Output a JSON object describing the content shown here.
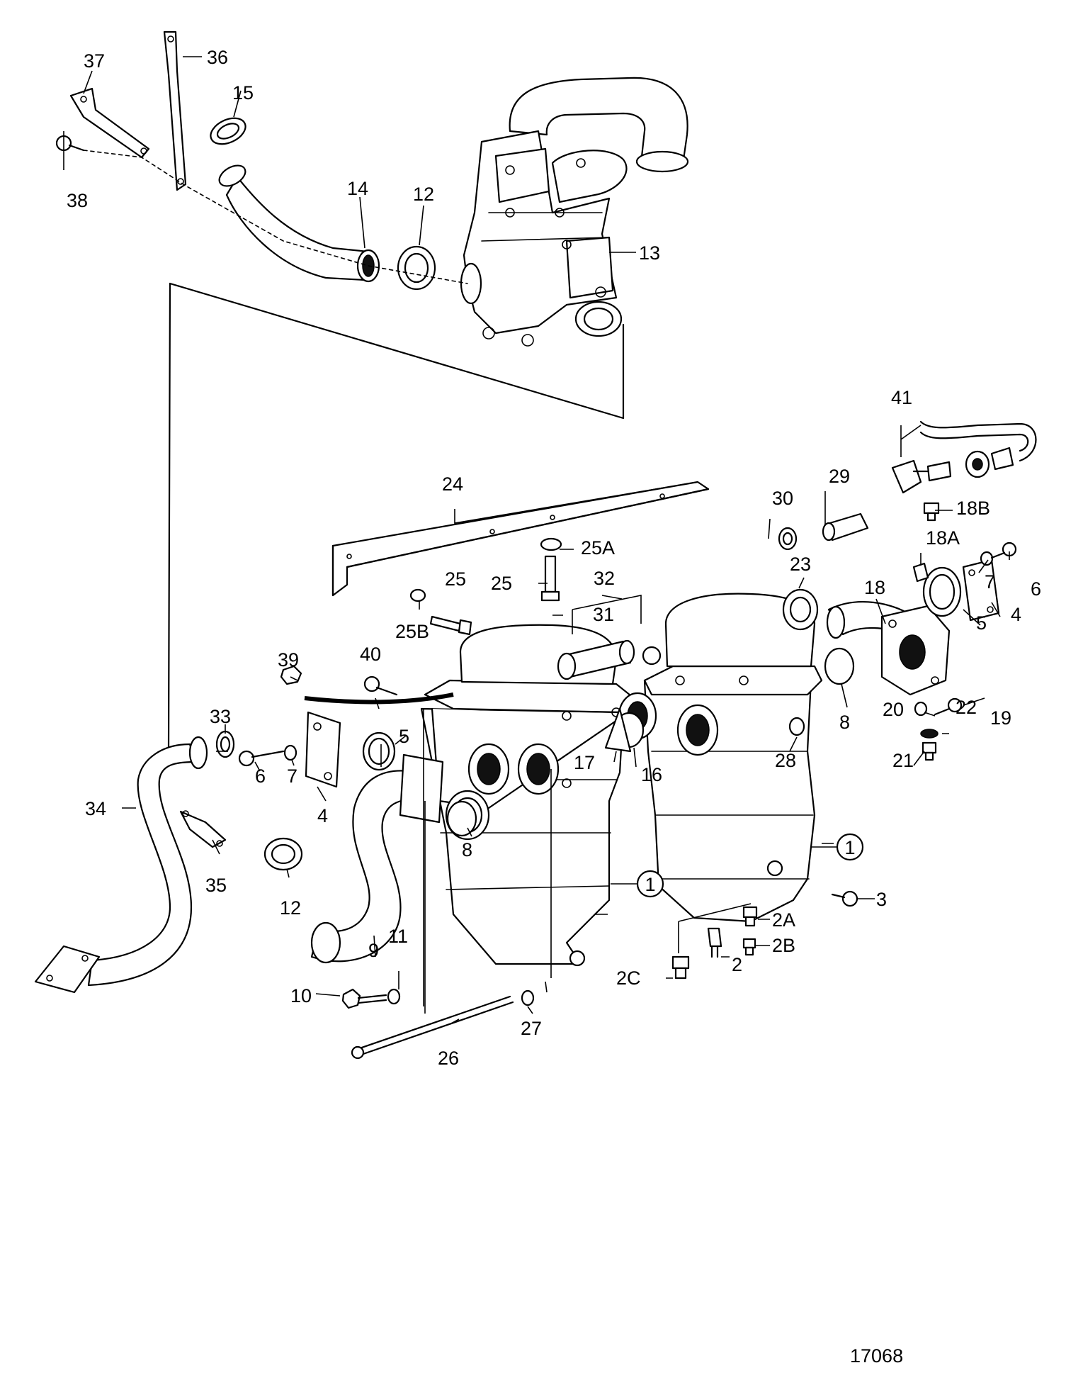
{
  "labels": [
    "1",
    "2",
    "2A",
    "2B",
    "2C",
    "3",
    "4",
    "5",
    "6",
    "7",
    "8",
    "9",
    "10",
    "11",
    "12",
    "13",
    "14",
    "15",
    "16",
    "17",
    "18",
    "18A",
    "18B",
    "19",
    "20",
    "21",
    "22",
    "23",
    "24",
    "25",
    "25A",
    "25B",
    "26",
    "27",
    "28",
    "29",
    "30",
    "31",
    "32",
    "33",
    "34",
    "35",
    "36",
    "37",
    "38",
    "39",
    "40",
    "41"
  ],
  "figure_number": "17068"
}
